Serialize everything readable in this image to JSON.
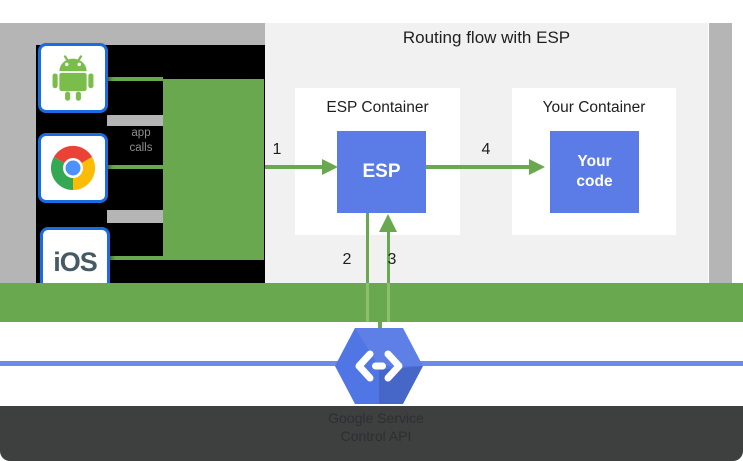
{
  "diagram": {
    "title": "Routing flow with ESP",
    "steps": [
      "1",
      "2",
      "3",
      "4"
    ],
    "clients": {
      "android": "Android client",
      "chrome": "Chrome browser client",
      "ios_label": "iOS",
      "note_line1": "app",
      "note_line2": "calls"
    },
    "esp_container": {
      "title": "ESP Container",
      "box_label": "ESP"
    },
    "your_container": {
      "title": "Your Container",
      "box_line1": "Your",
      "box_line2": "code"
    },
    "service": {
      "line1": "Google Service",
      "line2": "Control API"
    },
    "colors": {
      "green": "#6aa84f",
      "light_green": "#8cc06c",
      "box_blue": "#5b7ce6",
      "hexagon_blue": "#5075e4",
      "border_blue": "#1a6de0",
      "rail_blue": "#6b8be8",
      "gray": "#b5b5b5",
      "panel_gray": "#f1f1f2",
      "footer_dark": "#3e4040",
      "ios_text": "#455a64"
    }
  }
}
